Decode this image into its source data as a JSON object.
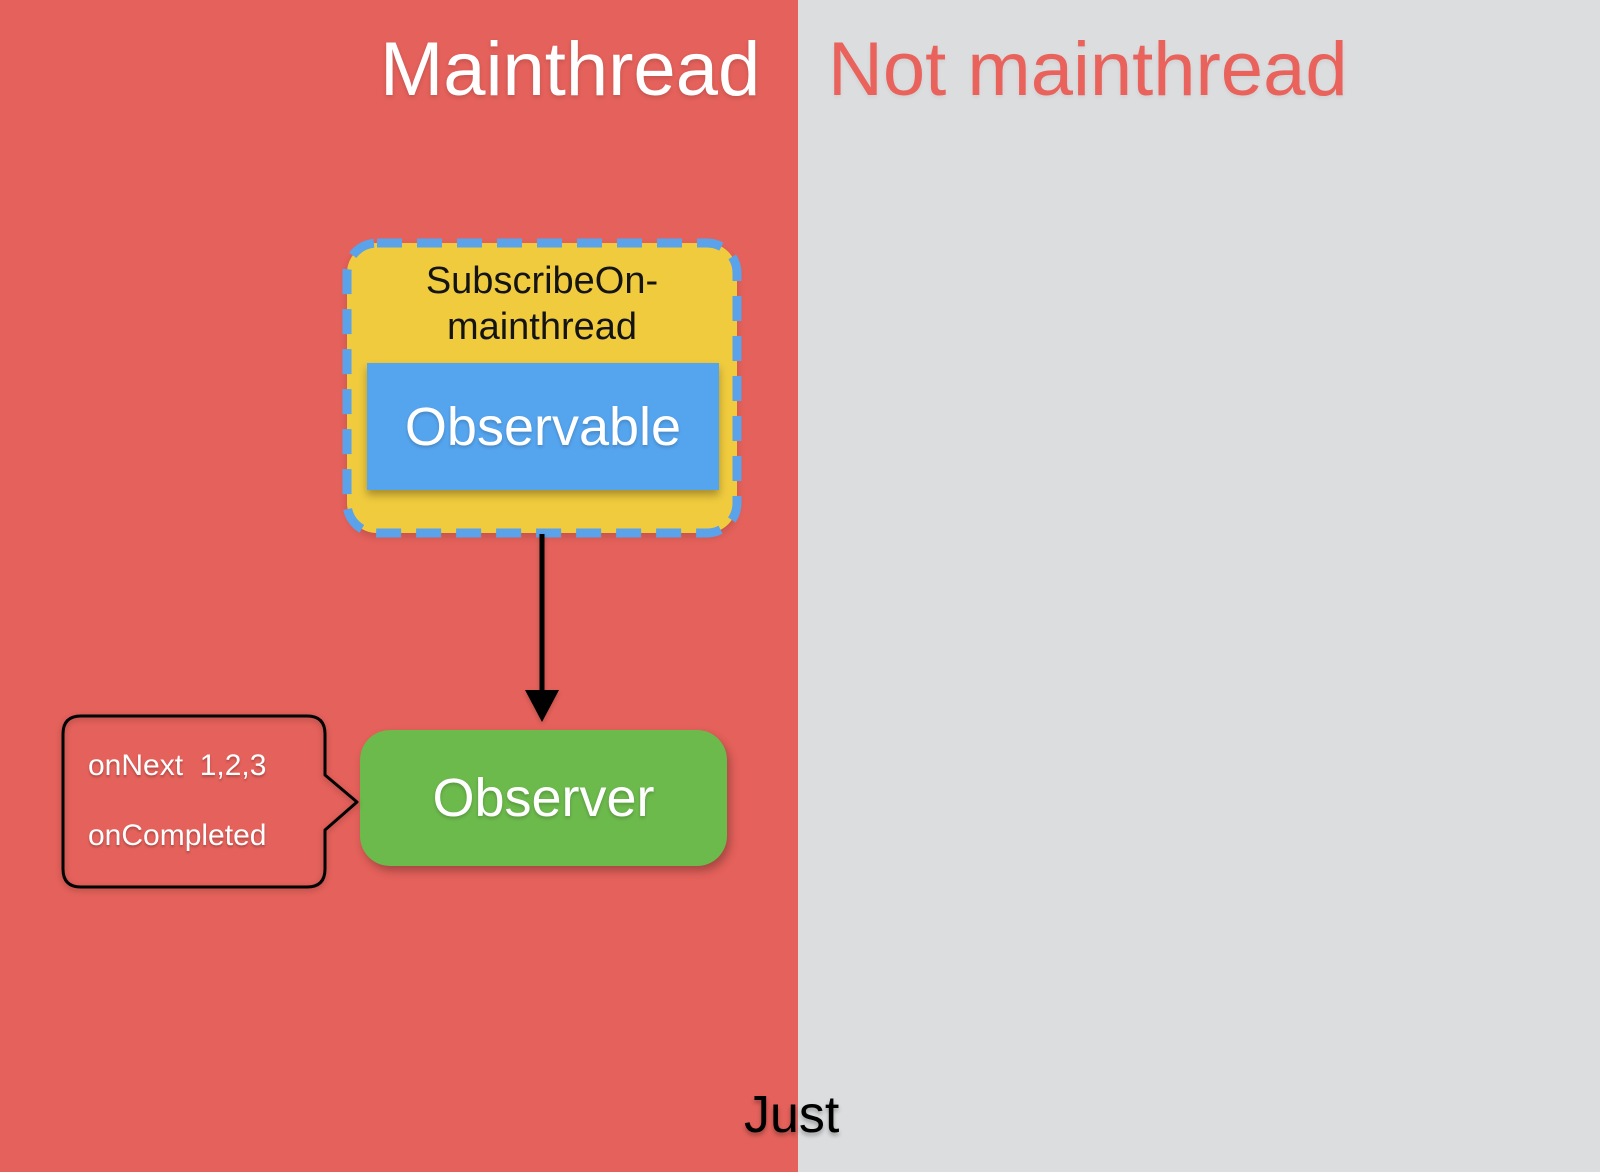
{
  "panels": {
    "main": {
      "title": "Mainthread",
      "bg_color": "#E5615B",
      "title_color": "#FFFFFF"
    },
    "not_main": {
      "title": "Not mainthread",
      "bg_color": "#DCDDDF",
      "title_color": "#E9635C"
    }
  },
  "subscribe_box": {
    "label_line1": "SubscribeOn-",
    "label_line2": "mainthread",
    "fill_color": "#F0CB3E",
    "dashed_border_color": "#5AA2E9",
    "observable": {
      "label": "Observable",
      "fill_color": "#55A4EE",
      "text_color": "#FFFFFF"
    }
  },
  "arrow": {
    "direction": "down",
    "color": "#000000"
  },
  "observer_box": {
    "label": "Observer",
    "fill_color": "#6CB94C",
    "text_color": "#FFFFFF"
  },
  "callout": {
    "line1": "onNext  1,2,3",
    "line2": "onCompleted",
    "border_color": "#000000",
    "text_color": "#FFFFFF"
  },
  "bottom_label": {
    "text": "Just",
    "color": "#000000"
  }
}
